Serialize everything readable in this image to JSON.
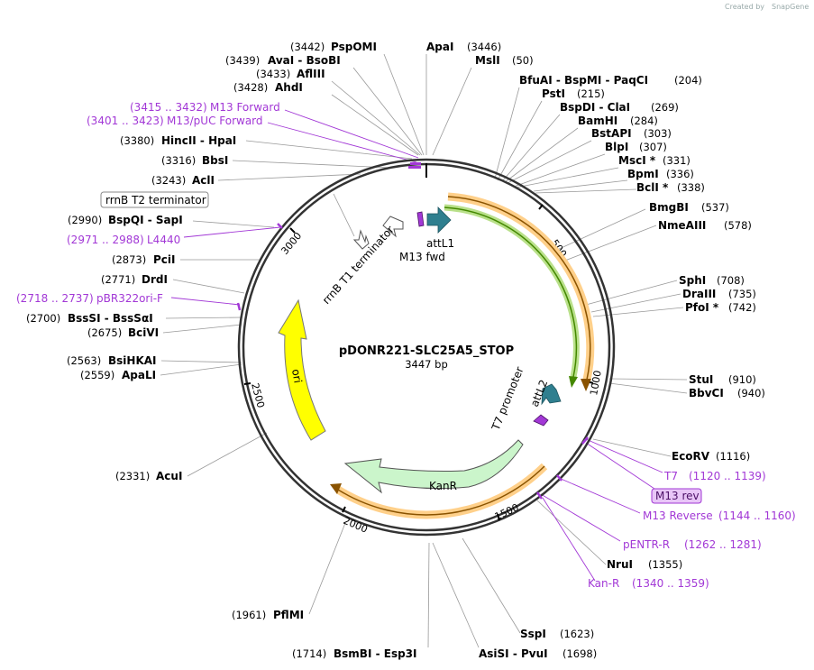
{
  "credit": {
    "prefix": "Created by",
    "brand": "SnapGene"
  },
  "plasmid": {
    "name": "pDONR221-SLC25A5_STOP",
    "size_label": "3447 bp"
  },
  "ticks": [
    "500",
    "1000",
    "1500",
    "2000",
    "2500",
    "3000"
  ],
  "sites": {
    "pspomi": {
      "pos": "(3442)",
      "name": "PspOMI"
    },
    "apai": {
      "name": "ApaI",
      "pos": "(3446)"
    },
    "avai": {
      "pos": "(3439)",
      "name": "AvaI  -  BsoBI"
    },
    "msli": {
      "name": "MslI",
      "pos": "(50)"
    },
    "afliii": {
      "pos": "(3433)",
      "name": "AflIII"
    },
    "bfuai": {
      "name": "BfuAI  -  BspMI  -  PaqCI",
      "pos": "(204)"
    },
    "ahdi": {
      "pos": "(3428)",
      "name": "AhdI"
    },
    "psti": {
      "name": "PstI",
      "pos": "(215)"
    },
    "bspdi": {
      "name": "BspDI  -  ClaI",
      "pos": "(269)"
    },
    "hincii": {
      "pos": "(3380)",
      "name": "HincII  -  HpaI"
    },
    "bamhi": {
      "name": "BamHI",
      "pos": "(284)"
    },
    "bstapi": {
      "name": "BstAPI",
      "pos": "(303)"
    },
    "bbsi": {
      "pos": "(3316)",
      "name": "BbsI"
    },
    "blpi": {
      "name": "BlpI",
      "pos": "(307)"
    },
    "msci": {
      "name": "MscI *",
      "pos": "(331)"
    },
    "acli": {
      "pos": "(3243)",
      "name": "AclI"
    },
    "bpmi": {
      "name": "BpmI",
      "pos": "(336)"
    },
    "bcli": {
      "name": "BclI *",
      "pos": "(338)"
    },
    "bmgbi": {
      "name": "BmgBI",
      "pos": "(537)"
    },
    "bspqi": {
      "pos": "(2990)",
      "name": "BspQI  -  SapI"
    },
    "nmeaiii": {
      "name": "NmeAIII",
      "pos": "(578)"
    },
    "pcii": {
      "pos": "(2873)",
      "name": "PciI"
    },
    "drdi": {
      "pos": "(2771)",
      "name": "DrdI"
    },
    "sphi": {
      "name": "SphI",
      "pos": "(708)"
    },
    "draiii": {
      "name": "DraIII",
      "pos": "(735)"
    },
    "pfoi": {
      "name": "PfoI *",
      "pos": "(742)"
    },
    "bsssi": {
      "pos": "(2700)",
      "name": "BssSI  -  BssSαI"
    },
    "bcivi": {
      "pos": "(2675)",
      "name": "BciVI"
    },
    "bsihkai": {
      "pos": "(2563)",
      "name": "BsiHKAI"
    },
    "apali": {
      "pos": "(2559)",
      "name": "ApaLI"
    },
    "stui": {
      "name": "StuI",
      "pos": "(910)"
    },
    "bbvci": {
      "name": "BbvCI",
      "pos": "(940)"
    },
    "ecorv": {
      "name": "EcoRV",
      "pos": "(1116)"
    },
    "acui": {
      "pos": "(2331)",
      "name": "AcuI"
    },
    "nrui": {
      "name": "NruI",
      "pos": "(1355)"
    },
    "pflmi": {
      "pos": "(1961)",
      "name": "PflMI"
    },
    "sspi": {
      "name": "SspI",
      "pos": "(1623)"
    },
    "bsmbi": {
      "pos": "(1714)",
      "name": "BsmBI  -  Esp3I"
    },
    "asisi": {
      "name": "AsiSI  -  PvuI",
      "pos": "(1698)"
    }
  },
  "primers": {
    "m13fwd_top": {
      "range": "(3415 .. 3432)",
      "name": "M13 Forward"
    },
    "m13puc": {
      "range": "(3401 .. 3423)",
      "name": "M13/pUC Forward"
    },
    "l4440": {
      "range": "(2971 .. 2988)",
      "name": "L4440"
    },
    "pbr322": {
      "range": "(2718 .. 2737)",
      "name": "pBR322ori-F"
    },
    "t7": {
      "name": "T7",
      "range": "(1120 .. 1139)"
    },
    "m13rev": {
      "name": "M13 rev"
    },
    "m13reverse": {
      "name": "M13 Reverse",
      "range": "(1144 .. 1160)"
    },
    "pentr": {
      "name": "pENTR-R",
      "range": "(1262 .. 1281)"
    },
    "kanr_p": {
      "name": "Kan-R",
      "range": "(1340 .. 1359)"
    }
  },
  "features": {
    "rrnb_t2": "rrnB T2 terminator",
    "rrnb_t1": "rrnB T1 terminator",
    "attl1": "attL1",
    "m13fwd": "M13 fwd",
    "attl2": "attL2",
    "t7promoter": "T7 promoter",
    "kanr": "KanR",
    "ori": "ori"
  },
  "colors": {
    "primer": "#a238d6",
    "orf_fill": "#ffb75a",
    "insert_fill": "#88cc44",
    "kanr_fill": "#cbf5cb",
    "ori_fill": "#ffff00",
    "att_fill": "#2f7f8f"
  }
}
